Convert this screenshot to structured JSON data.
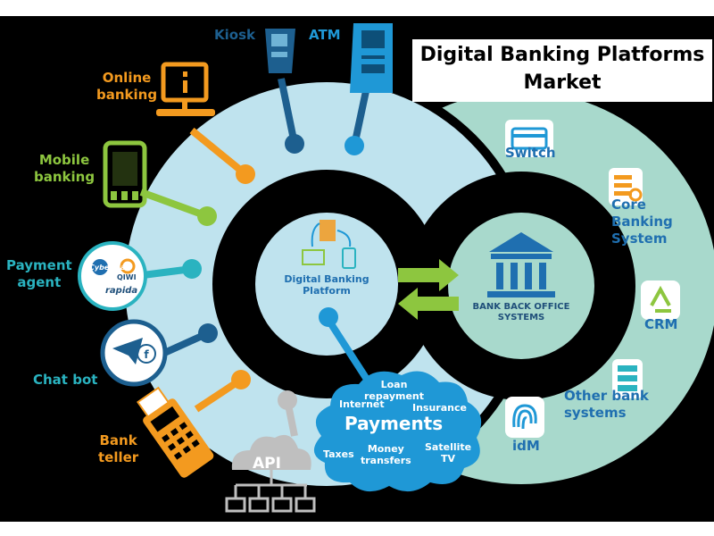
{
  "title": {
    "line1": "Digital Banking Platforms",
    "line2": "Market"
  },
  "channels": {
    "kiosk": "Kiosk",
    "atm": "ATM",
    "online_line1": "Online",
    "online_line2": "banking",
    "mobile_line1": "Mobile",
    "mobile_line2": "banking",
    "payment_line1": "Payment",
    "payment_line2": "agent",
    "chatbot": "Chat bot",
    "teller_line1": "Bank",
    "teller_line2": "teller",
    "api": "API"
  },
  "payment_agent_logos": {
    "cyberplat": "CyberPlat",
    "qiwi": "QIWI",
    "rapida": "rapida"
  },
  "center": {
    "line1": "Digital Banking",
    "line2": "Platform"
  },
  "back_office": {
    "line1": "BANK BACK OFFICE",
    "line2": "SYSTEMS"
  },
  "back_office_items": {
    "switch": "Switch",
    "core_line1": "Core",
    "core_line2": "Banking",
    "core_line3": "System",
    "crm": "CRM",
    "other_line1": "Other bank",
    "other_line2": "systems",
    "idm": "idM"
  },
  "payments": {
    "title": "Payments",
    "loan_line1": "Loan",
    "loan_line2": "repayment",
    "internet": "Internet",
    "insurance": "Insurance",
    "taxes": "Taxes",
    "money_line1": "Money",
    "money_line2": "transfers",
    "satellite_line1": "Satellite",
    "satellite_line2": "TV"
  },
  "colors": {
    "orange": "#f39a1f",
    "green": "#8dc63f",
    "teal": "#2ab3c0",
    "blue": "#1f98d6",
    "navy": "#1d5f8f",
    "light_blue_ring": "#bfe3ee",
    "mint_ring": "#a8d9cc"
  },
  "icons": {
    "kiosk": "kiosk-icon",
    "atm": "atm-icon",
    "online": "monitor-icon",
    "mobile": "smartphone-icon",
    "payment": "payment-logos-icon",
    "chatbot": "telegram-facebook-icon",
    "teller": "pos-terminal-icon",
    "api": "cloud-network-icon",
    "bank": "bank-building-icon",
    "switch": "card-icon",
    "core": "server-gear-icon",
    "crm": "recycle-icon",
    "other": "server-rack-icon",
    "idm": "fingerprint-icon",
    "arrows": "exchange-arrows-icon"
  }
}
